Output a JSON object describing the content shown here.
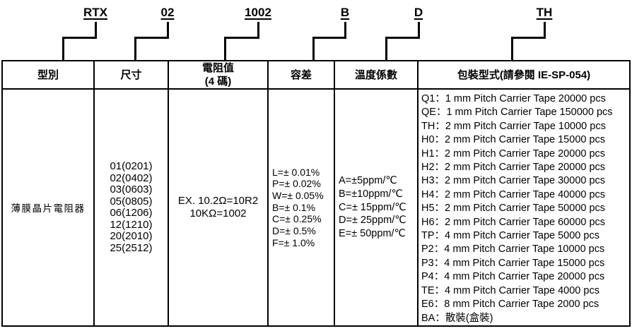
{
  "part_number_example": {
    "labels": [
      {
        "id": "type",
        "text": "RTX"
      },
      {
        "id": "size",
        "text": "02"
      },
      {
        "id": "resistance",
        "text": "1002"
      },
      {
        "id": "tolerance",
        "text": "B"
      },
      {
        "id": "tcr",
        "text": "D"
      },
      {
        "id": "packaging",
        "text": "TH"
      }
    ]
  },
  "table": {
    "headers": {
      "type": "型別",
      "size": "尺寸",
      "resistance_line1": "電阻值",
      "resistance_line2": "(4 碼)",
      "tolerance": "容差",
      "tcr": "溫度係數",
      "packaging": "包裝型式(請參閱 IE-SP-054)"
    },
    "body": {
      "type": "薄膜晶片電阻器",
      "sizes": [
        "01(0201)",
        "02(0402)",
        "03(0603)",
        "05(0805)",
        "06(1206)",
        "12(1210)",
        "20(2010)",
        "25(2512)"
      ],
      "resistance_example": {
        "line1": "EX. 10.2Ω=10R2",
        "line2": "10KΩ=1002"
      },
      "tolerances": [
        "L=± 0.01%",
        "P=± 0.02%",
        "W=± 0.05%",
        "B=± 0.1%",
        "C=± 0.25%",
        "D=± 0.5%",
        "F=± 1.0%"
      ],
      "tcr_values": [
        "A=±5ppm/℃",
        "B=±10ppm/℃",
        "C=± 15ppm/℃",
        "D=± 25ppm/℃",
        "E=± 50ppm/℃"
      ],
      "packaging_options": [
        "Q1：1 mm Pitch Carrier Tape 20000 pcs",
        "QE：1 mm Pitch Carrier Tape 150000 pcs",
        "TH：2 mm Pitch Carrier Tape 10000 pcs",
        "H0：2 mm Pitch Carrier Tape 15000 pcs",
        "H1：2 mm Pitch Carrier Tape 20000 pcs",
        "H2：2 mm Pitch Carrier Tape 20000 pcs",
        "H3：2 mm Pitch Carrier Tape 30000 pcs",
        "H4：2 mm Pitch Carrier Tape 40000 pcs",
        "H5：2 mm Pitch Carrier Tape 50000 pcs",
        "H6：2 mm Pitch Carrier Tape 60000 pcs",
        "TP：4 mm Pitch Carrier Tape 5000 pcs",
        "P2：4 mm Pitch Carrier Tape 10000 pcs",
        "P3：4 mm Pitch Carrier Tape 15000 pcs",
        "P4：4 mm Pitch Carrier Tape 20000 pcs",
        "TE：4 mm Pitch Carrier Tape 4000 pcs",
        "E6：8 mm Pitch Carrier Tape 2000 pcs",
        "BA：散裝(盒裝)"
      ]
    }
  },
  "colors": {
    "ink": "#000000",
    "background": "#ffffff"
  }
}
